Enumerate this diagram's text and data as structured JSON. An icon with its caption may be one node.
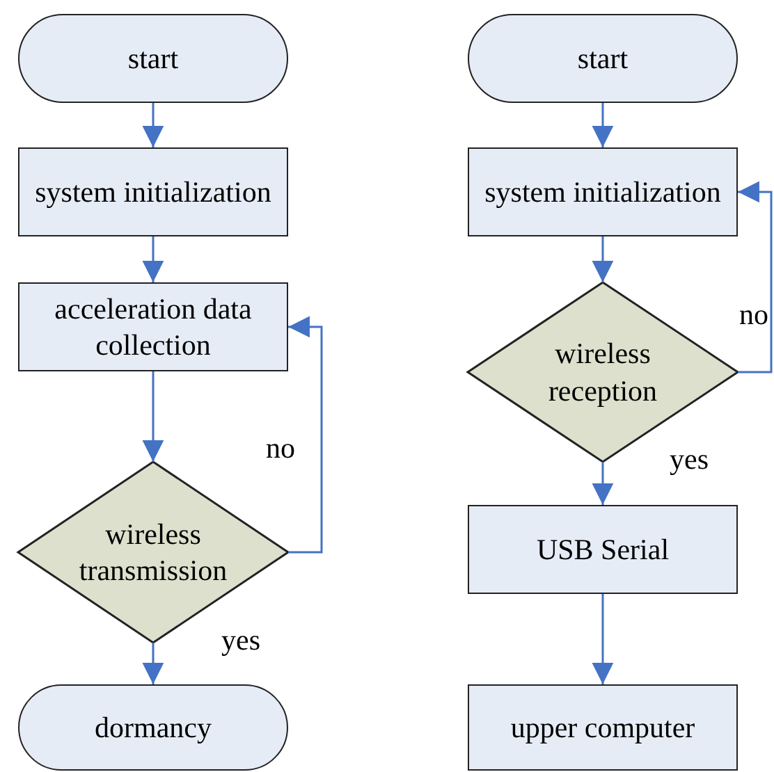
{
  "diagram": {
    "nodes": [
      {
        "text": [
          "start"
        ]
      },
      {
        "text": [
          "system initialization"
        ]
      },
      {
        "text": [
          "acceleration data collection"
        ]
      },
      {
        "text": [
          "wireless transmission"
        ]
      },
      {
        "text": [
          "dormancy"
        ]
      },
      {
        "text": [
          "start"
        ]
      },
      {
        "text": [
          "system initialization"
        ]
      },
      {
        "text": [
          "wireless reception"
        ]
      },
      {
        "text": [
          "USB Serial"
        ]
      },
      {
        "text": [
          "upper computer"
        ]
      }
    ],
    "edges": [
      {
        "from": 0,
        "to": 1,
        "arrow": "to"
      },
      {
        "from": 1,
        "to": 2,
        "arrow": "to"
      },
      {
        "from": 2,
        "to": 3,
        "arrow": "to"
      },
      {
        "from": 3,
        "to": 2,
        "arrow": "to",
        "label": "no"
      },
      {
        "from": 3,
        "to": 4,
        "arrow": "to",
        "label": "yes"
      },
      {
        "from": 5,
        "to": 6,
        "arrow": "to"
      },
      {
        "from": 6,
        "to": 7,
        "arrow": "to"
      },
      {
        "from": 7,
        "to": 6,
        "arrow": "to",
        "label": "no"
      },
      {
        "from": 7,
        "to": 8,
        "arrow": "to",
        "label": "yes"
      },
      {
        "from": 8,
        "to": 9,
        "arrow": "to"
      }
    ]
  }
}
